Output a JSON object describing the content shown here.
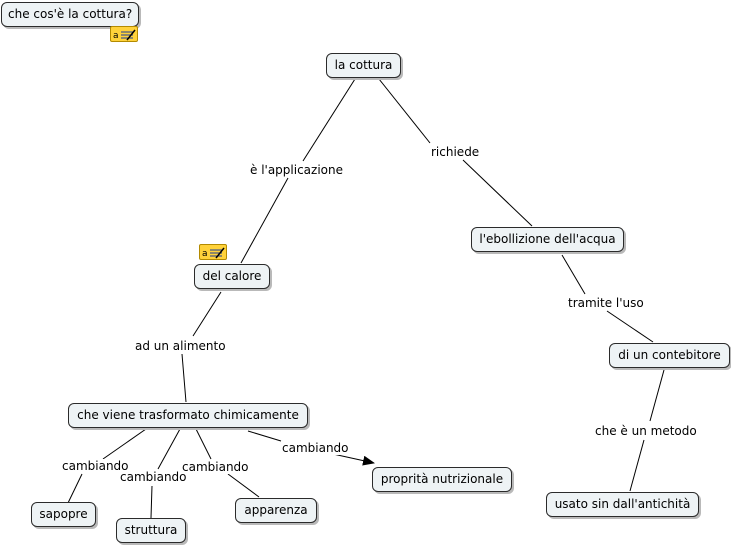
{
  "root_question": "che cos'è la cottura?",
  "nodes": {
    "cottura": "la cottura",
    "calore": "del calore",
    "ebollizione": "l'ebollizione dell'acqua",
    "contenitore": "di un contebitore",
    "antichita": "usato sin dall'antichità",
    "trasformato": "che viene trasformato chimicamente",
    "sapore": "sapopre",
    "struttura": "struttura",
    "apparenza": "apparenza",
    "nutrizionale": "proprità nutrizionale"
  },
  "links": {
    "applicazione": "è l'applicazione",
    "richiede": "richiede",
    "alimento": "ad un alimento",
    "tramite": "tramite l'uso",
    "metodo": "che è un metodo",
    "cambiando_sapore": "cambiando",
    "cambiando_struttura": "cambiando",
    "cambiando_apparenza": "cambiando",
    "cambiando_nutrizionale": "cambiando"
  },
  "icons": {
    "note": "note-icon",
    "note_letter": "a"
  }
}
